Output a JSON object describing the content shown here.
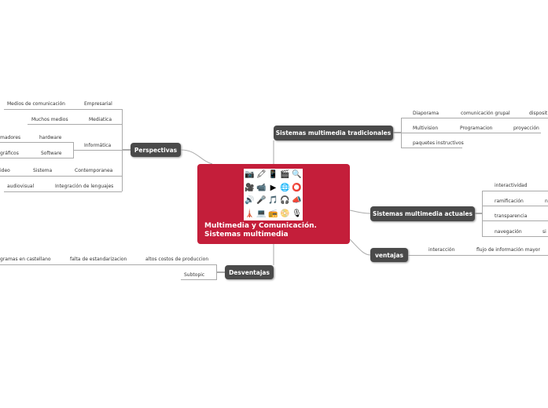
{
  "central": {
    "title_line1": "Multimedia y Comunicación.",
    "title_line2": "Sistemas multimedia",
    "icons": [
      "📷",
      "🖍",
      "📱",
      "🎬",
      "🔍",
      "🎥",
      "📹",
      "▶",
      "🌐",
      "⭕",
      "🔊",
      "🎤",
      "🎵",
      "🎧",
      "📣",
      "🗼",
      "💻",
      "📻",
      "📀",
      "🎙"
    ]
  },
  "perspectivas": {
    "label": "Perspectivas",
    "items": [
      {
        "label": "Empresarial",
        "children": [
          "Medios de comunicación"
        ]
      },
      {
        "label": "Mediatica",
        "children": [
          "Muchos medios"
        ]
      },
      {
        "label": "Informática",
        "children": [
          {
            "label": "hardware",
            "children": [
              "madores"
            ]
          },
          {
            "label": "Software",
            "children": [
              "gráficos"
            ]
          }
        ]
      },
      {
        "label": "Contemporanea",
        "children": [
          {
            "label": "Sistema",
            "children": [
              "ideo"
            ]
          }
        ]
      },
      {
        "label": "Integración de lenguajes",
        "children": [
          "audiovisual"
        ]
      }
    ]
  },
  "tradicionales": {
    "label": "Sistemas multimedia tradicionales",
    "items": [
      {
        "label": "Diaporama",
        "children": [
          {
            "label": "comunicación grupal",
            "children": [
              "disposit"
            ]
          }
        ]
      },
      {
        "label": "Multivision",
        "children": [
          {
            "label": "Programacion",
            "children": [
              "proyección"
            ]
          }
        ]
      },
      {
        "label": "paquetes instructivos"
      }
    ]
  },
  "actuales": {
    "label": "Sistemas multimedia actuales",
    "items": [
      {
        "label": "interactividad"
      },
      {
        "label": "ramificación",
        "children": [
          "n"
        ]
      },
      {
        "label": "transparencia"
      },
      {
        "label": "navegación",
        "children": [
          "si"
        ]
      }
    ]
  },
  "ventajas": {
    "label": "ventajas",
    "items": [
      {
        "label": "interacción",
        "children": [
          "flujo de información mayor"
        ]
      }
    ]
  },
  "desventajas": {
    "label": "Desventajas",
    "items": [
      {
        "label": "altos costos de produccion",
        "children": [
          {
            "label": "falta de estandarizacion",
            "children": [
              "gramas en castellano"
            ]
          }
        ]
      },
      {
        "label": "Subtopic"
      }
    ]
  },
  "colors": {
    "central": "#c41e3a",
    "topic": "#4a4a4a",
    "line": "#aaaaaa"
  }
}
